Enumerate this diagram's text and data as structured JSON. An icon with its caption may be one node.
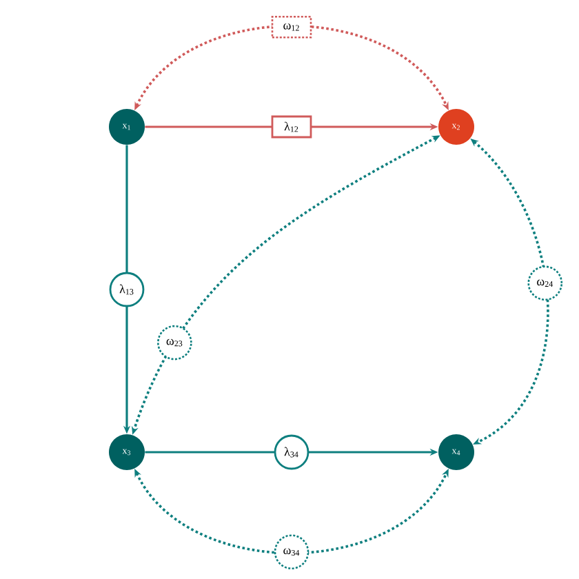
{
  "diagram": {
    "nodes": [
      {
        "text": [
          "x$_{1}$"
        ]
      },
      {
        "text": [
          "x$_{2}$"
        ]
      },
      {
        "text": [
          "x$_{3}$"
        ]
      },
      {
        "text": [
          "x$_{4}$"
        ]
      }
    ],
    "edges": [
      {
        "from": 0,
        "to": 1,
        "arrow": "to",
        "label": "λ$_{12}$",
        "color": "#d05a5a"
      },
      {
        "from": 0,
        "to": 2,
        "arrow": "to",
        "label": "λ$_{13}$"
      },
      {
        "from": 2,
        "to": 3,
        "arrow": "to",
        "label": "λ$_{34}$"
      },
      {
        "from": 0,
        "to": 1,
        "arrow": "both",
        "label": "ω$_{12}$",
        "style": "dashed",
        "color": "#d05a5a"
      },
      {
        "from": 1,
        "to": 2,
        "arrow": "both",
        "label": "ω$_{23}$",
        "style": "dashed"
      },
      {
        "from": 1,
        "to": 3,
        "arrow": "both",
        "label": "ω$_{24}$",
        "style": "dashed"
      },
      {
        "from": 2,
        "to": 3,
        "arrow": "both",
        "label": "ω$_{34}$",
        "style": "dashed"
      }
    ]
  }
}
